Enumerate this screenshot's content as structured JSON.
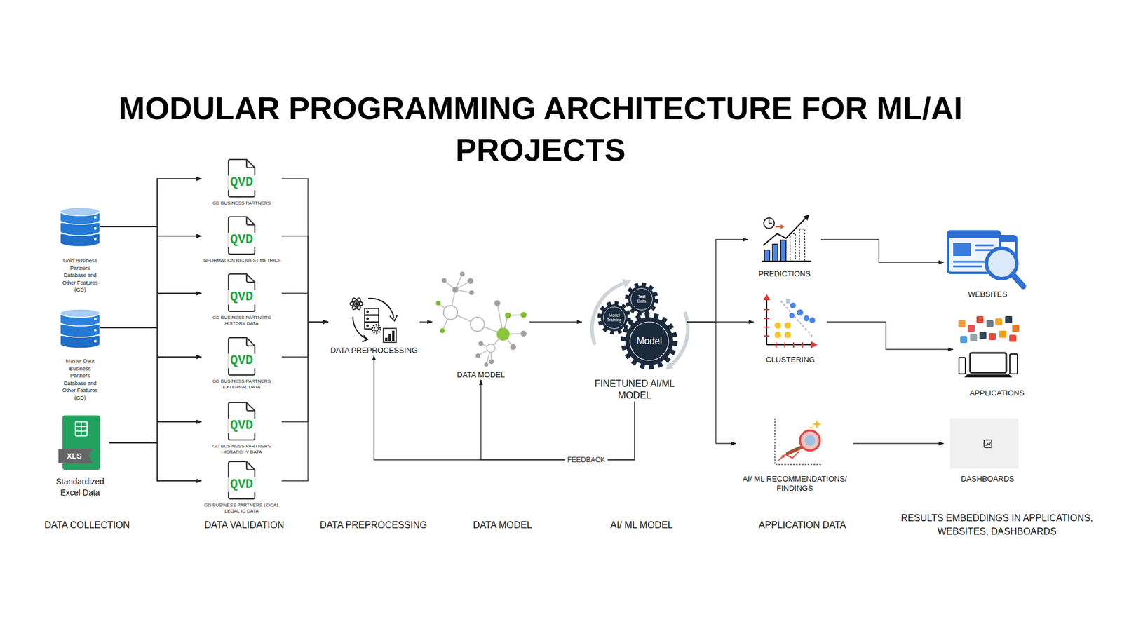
{
  "diagram": {
    "title": "MODULAR PROGRAMMING ARCHITECTURE FOR ML/AI PROJECTS",
    "nodes": [
      {
        "text": [
          "Gold Business Partners Database and Other Features (GD)"
        ]
      },
      {
        "text": [
          "Master Data Business Partners Database and Other Features (GD)"
        ]
      },
      {
        "text": [
          "XLS",
          "Standardized Excel Data"
        ]
      },
      {
        "text": [
          "QVD",
          "GD BUSINESS PARTNERS"
        ]
      },
      {
        "text": [
          "QVD",
          "INFORMATION REQUEST METRICS"
        ]
      },
      {
        "text": [
          "QVD",
          "GD BUSINESS PARTNERS HISTORY DATA"
        ]
      },
      {
        "text": [
          "QVD",
          "GD BUSINESS PARTNERS EXTERNAL DATA"
        ]
      },
      {
        "text": [
          "QVD",
          "GD BUSINESS PARTNERS HIERARCHY DATA"
        ]
      },
      {
        "text": [
          "QVD",
          "GD BUSINESS PARTNERS LOCAL LEGAL ID DATA"
        ]
      },
      {
        "text": [
          "DATA PREPROCESSING"
        ]
      },
      {
        "text": [
          "DATA MODEL"
        ]
      },
      {
        "text": [
          "Test Data",
          "Model Training",
          "Model",
          "FINETUNED AI/ML MODEL"
        ]
      },
      {
        "text": [
          "PREDICTIONS"
        ]
      },
      {
        "text": [
          "CLUSTERING"
        ]
      },
      {
        "text": [
          "AI/ ML RECOMMENDATIONS/ FINDINGS"
        ]
      },
      {
        "text": [
          "WEBSITES"
        ]
      },
      {
        "text": [
          "APPLICATIONS"
        ]
      },
      {
        "text": [
          "DASHBOARDS"
        ]
      }
    ],
    "edges": [
      {
        "from": 0,
        "to": 3,
        "arrow": "to"
      },
      {
        "from": 0,
        "to": 4,
        "arrow": "to"
      },
      {
        "from": 0,
        "to": 5,
        "arrow": "to"
      },
      {
        "from": 0,
        "to": 6,
        "arrow": "to"
      },
      {
        "from": 0,
        "to": 7,
        "arrow": "to"
      },
      {
        "from": 0,
        "to": 8,
        "arrow": "to"
      },
      {
        "from": 1,
        "to": 3,
        "arrow": "to"
      },
      {
        "from": 1,
        "to": 4,
        "arrow": "to"
      },
      {
        "from": 1,
        "to": 5,
        "arrow": "to"
      },
      {
        "from": 1,
        "to": 6,
        "arrow": "to"
      },
      {
        "from": 1,
        "to": 7,
        "arrow": "to"
      },
      {
        "from": 1,
        "to": 8,
        "arrow": "to"
      },
      {
        "from": 2,
        "to": 3,
        "arrow": "to"
      },
      {
        "from": 2,
        "to": 4,
        "arrow": "to"
      },
      {
        "from": 2,
        "to": 5,
        "arrow": "to"
      },
      {
        "from": 2,
        "to": 6,
        "arrow": "to"
      },
      {
        "from": 2,
        "to": 7,
        "arrow": "to"
      },
      {
        "from": 2,
        "to": 8,
        "arrow": "to"
      },
      {
        "from": 3,
        "to": 9,
        "arrow": "to"
      },
      {
        "from": 4,
        "to": 9,
        "arrow": "to"
      },
      {
        "from": 5,
        "to": 9,
        "arrow": "to"
      },
      {
        "from": 6,
        "to": 9,
        "arrow": "to"
      },
      {
        "from": 7,
        "to": 9,
        "arrow": "to"
      },
      {
        "from": 8,
        "to": 9,
        "arrow": "to"
      },
      {
        "from": 9,
        "to": 10,
        "arrow": "to"
      },
      {
        "from": 10,
        "to": 11,
        "arrow": "to"
      },
      {
        "from": 11,
        "to": 9,
        "label": "FEEDBACK",
        "arrow": "to"
      },
      {
        "from": 11,
        "to": 10,
        "arrow": "to"
      },
      {
        "from": 11,
        "to": 12,
        "arrow": "to"
      },
      {
        "from": 11,
        "to": 13,
        "arrow": "to"
      },
      {
        "from": 11,
        "to": 14,
        "arrow": "to"
      },
      {
        "from": 12,
        "to": 15,
        "arrow": "to"
      },
      {
        "from": 13,
        "to": 16,
        "arrow": "to"
      },
      {
        "from": 14,
        "to": 17,
        "arrow": "to"
      }
    ],
    "labels": [
      "DATA COLLECTION",
      "DATA VALIDATION",
      "DATA PREPROCESSING",
      "DATA MODEL",
      "AI/ ML MODEL",
      "APPLICATION DATA",
      "RESULTS EMBEDDINGS IN APPLICATIONS, WEBSITES, DASHBOARDS"
    ]
  }
}
